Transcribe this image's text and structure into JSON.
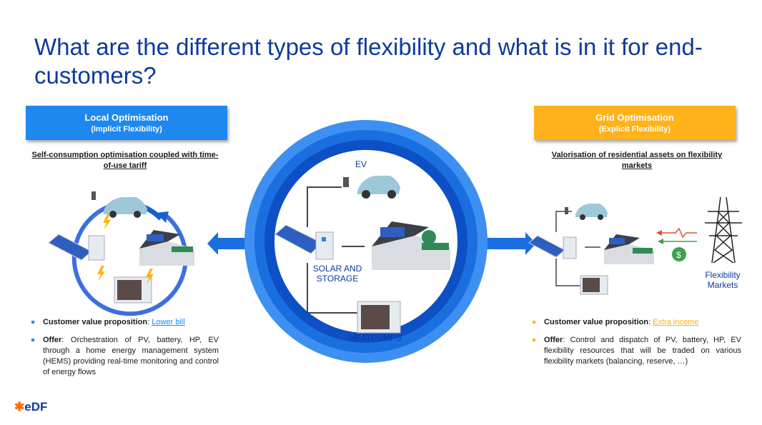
{
  "title": "What are the different types of flexibility and what is in it for end-customers?",
  "left": {
    "banner_title": "Local Optimisation",
    "banner_subtitle": "(Implicit Flexibility)",
    "subheading": "Self-consumption optimisation coupled with time-of-use tariff",
    "bullet1_label": "Customer value proposition",
    "bullet1_value": "Lower bill",
    "bullet2_label": "Offer",
    "bullet2_text": ": Orchestration of PV, battery, HP, EV through a home energy management system (HEMS) providing real-time monitoring and control of energy flows"
  },
  "right": {
    "banner_title": "Grid Optimisation",
    "banner_subtitle": "(Explicit Flexibility)",
    "subheading": "Valorisation of residential assets on flexibility markets",
    "bullet1_label": "Customer value proposition",
    "bullet1_value": "Extra income",
    "bullet2_label": "Offer",
    "bullet2_text": ": Control and dispatch of PV, battery, HP, EV flexibility resources that will be traded on various flexibility markets (balancing, reserve, …)",
    "markets_label_1": "Flexibility",
    "markets_label_2": "Markets"
  },
  "center": {
    "ev_label": "EV",
    "solar_label_1": "SOLAR AND",
    "solar_label_2": "STORAGE",
    "heatpumps_label": "HEATPUMPS"
  },
  "logo": "eDF",
  "colors": {
    "title": "#0d3a9c",
    "left_accent": "#1e88f0",
    "right_accent": "#ffb21a",
    "circle_outer": "#1a6fe0",
    "circle_inner": "#0d4fc4"
  },
  "icons": [
    "ev-car-icon",
    "solar-panel-icon",
    "battery-icon",
    "house-icon",
    "heatpump-icon",
    "pylon-icon",
    "money-bag-icon",
    "lightning-icon"
  ]
}
